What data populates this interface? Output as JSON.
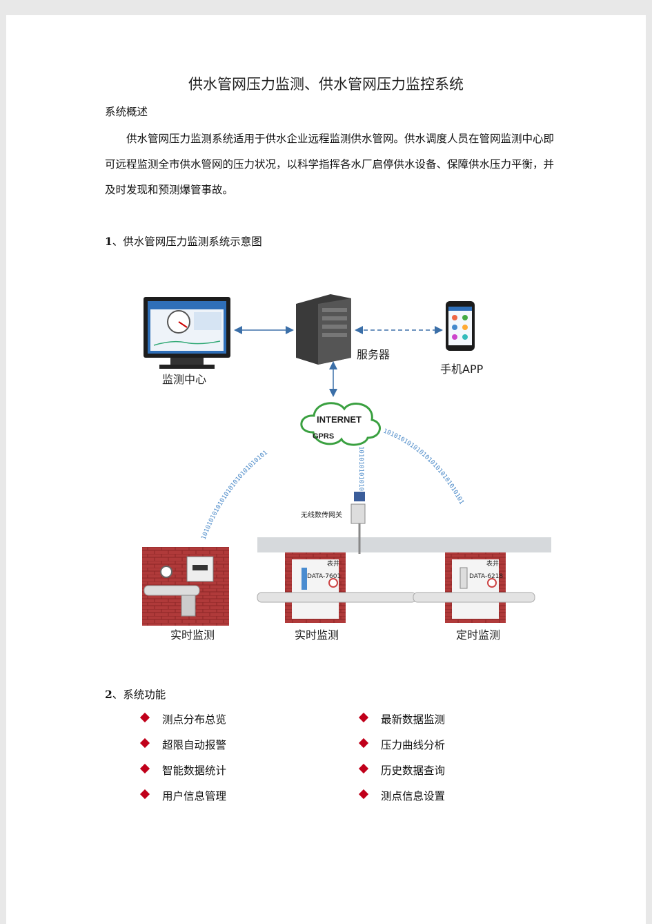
{
  "title": "供水管网压力监测、供水管网压力监控系统",
  "overview_heading": "系统概述",
  "overview_text": "供水管网压力监测系统适用于供水企业远程监测供水管网。供水调度人员在管网监测中心即可远程监测全市供水管网的压力状况，以科学指挥各水厂启停供水设备、保障供水压力平衡，并及时发现和预测爆管事故。",
  "section1": {
    "number": "1",
    "label": "、供水管网压力监测系统示意图"
  },
  "diagram": {
    "monitor_center": "监测中心",
    "server": "服务器",
    "mobile_app": "手机APP",
    "cloud_internet": "INTERNET",
    "cloud_gprs": "GPRS",
    "gateway": "无线数传网关",
    "well_label_1": "表井",
    "well_label_2": "表井",
    "device_1": "DATA-7601",
    "device_2": "DATA-6218",
    "site_1": "实时监测",
    "site_2": "实时监测",
    "site_3": "定时监测",
    "binary_stream": "10101010101010101010101010101"
  },
  "section2": {
    "number": "2",
    "label": "、系统功能"
  },
  "functions_left": [
    "测点分布总览",
    "超限自动报警",
    "智能数据统计",
    "用户信息管理"
  ],
  "functions_right": [
    "最新数据监测",
    "压力曲线分析",
    "历史数据查询",
    "测点信息设置"
  ],
  "colors": {
    "bullet": "#c0001a",
    "brick": "#b03a3a",
    "cloud": "#3aa040",
    "arrow": "#3b6fa8"
  }
}
